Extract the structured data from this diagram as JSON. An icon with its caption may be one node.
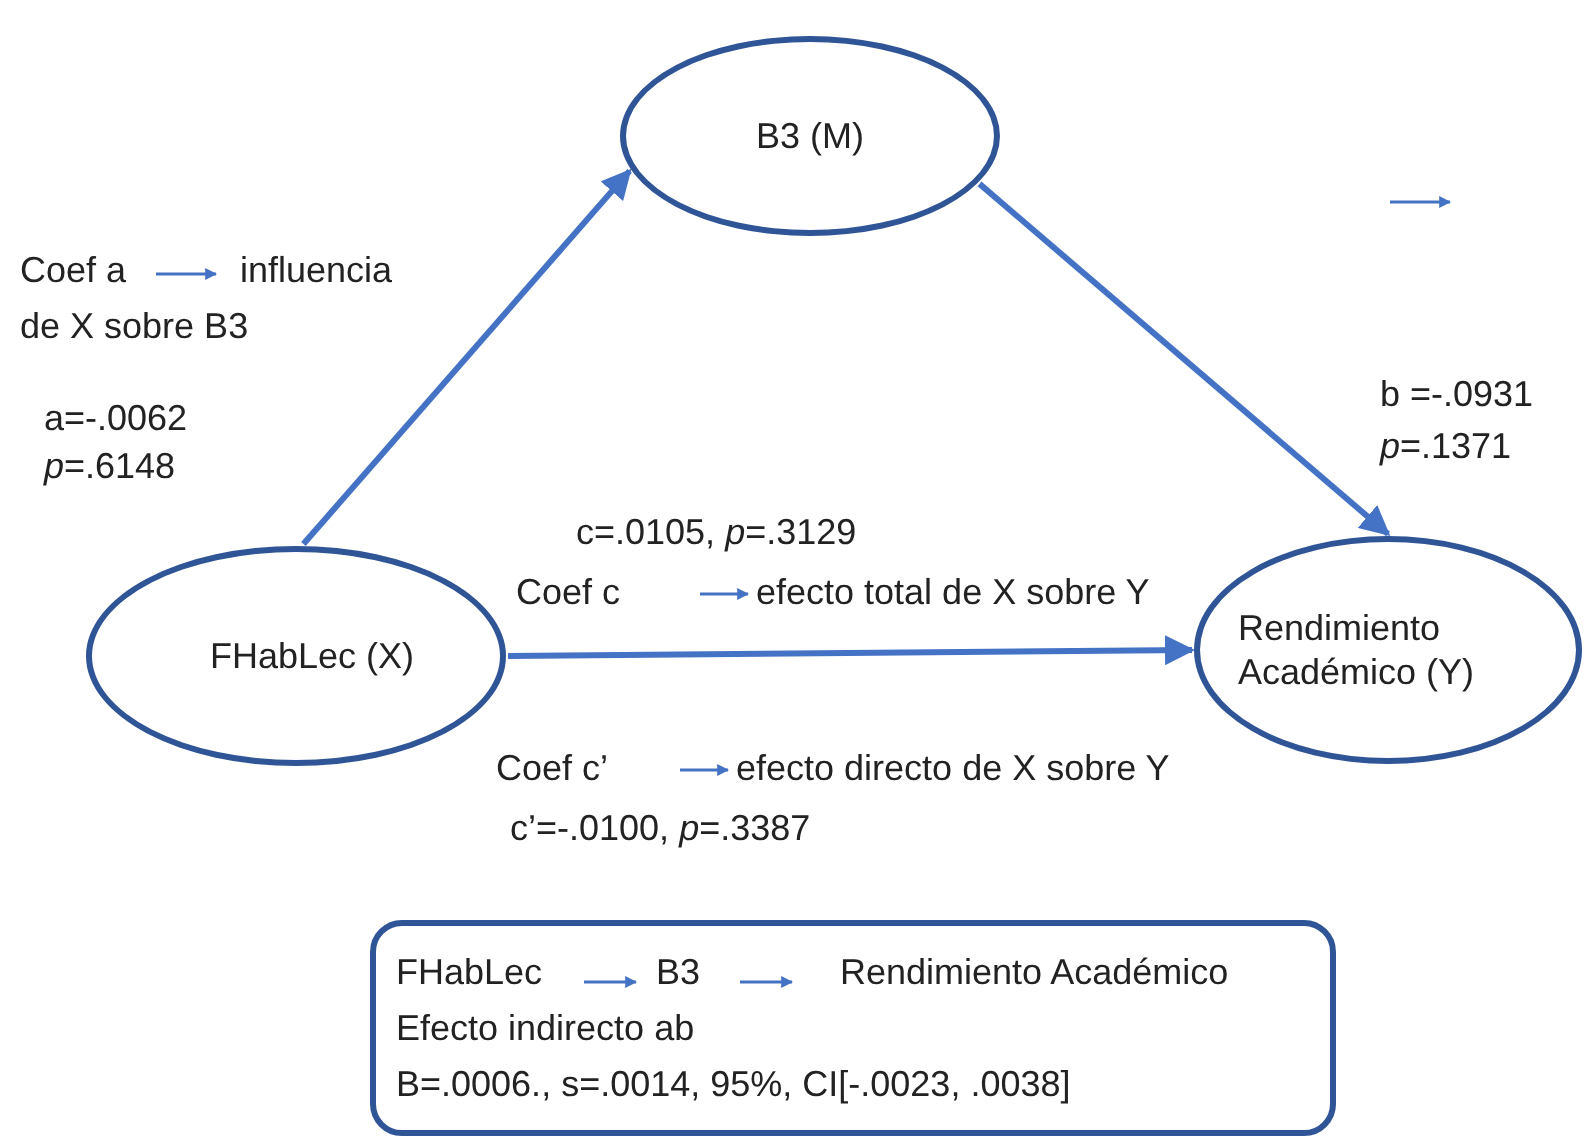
{
  "diagram": {
    "nodes": [
      {
        "text": [
          "B3 (M)"
        ]
      },
      {
        "text": [
          "FHabLec (X)"
        ]
      },
      {
        "text": [
          "Rendimiento Académico (Y)"
        ]
      },
      {
        "text": [
          "FHabLec",
          "B3",
          "Rendimiento Académico",
          "Efecto indirecto ab",
          "B=.0006., s=.0014, 95%, CI[-.0023, .0038]"
        ]
      }
    ],
    "edges": [
      {
        "from": 1,
        "to": 0,
        "arrow": "to"
      },
      {
        "from": 0,
        "to": 2,
        "arrow": "to"
      },
      {
        "from": 1,
        "to": 2,
        "arrow": "to"
      }
    ],
    "labels": [
      "Coef a",
      "influencia",
      "de X sobre B3",
      "a=-.0062",
      "*p*=.6148",
      "b =-.0931",
      "*p*=.1371",
      "c=.0105, *p*=.3129",
      "Coef c",
      "efecto total de X sobre Y",
      "Coef c’",
      "efecto directo de X sobre Y",
      "c’=-.0100, *p*=.3387"
    ]
  }
}
